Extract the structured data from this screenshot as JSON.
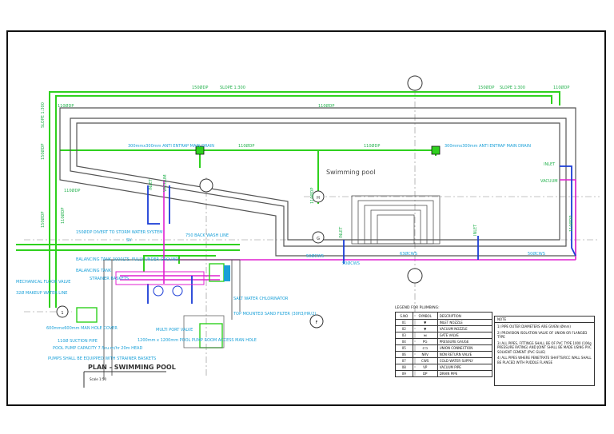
{
  "drawing": {
    "title": "PLAN - SWIMMING POOL",
    "scale": "Scale 1:50",
    "pool_label": "Swimming pool"
  },
  "pipe_labels": {
    "top_pipe_left": "150ØDP",
    "top_slope_left": "SLOPE 1:300",
    "top_pipe_right": "150ØDP",
    "top_slope_right": "SLOPE 1:300",
    "top_right_corner": "110ØDP",
    "top_left_110_a": "110ØDP",
    "top_right_110_b": "110ØDP",
    "left_slope": "SLOPE 1:300",
    "left_150_a": "150ØDP",
    "left_150_b": "150ØDP",
    "left_110": "110ØDP",
    "left_110_b": "110ØDP",
    "drain_mid_left": "110ØDP",
    "drain_mid_right": "110ØDP",
    "drain_left_label": "300mmx300mm ANTI ENTRAP MAIN DRAIN",
    "drain_right_label": "300mmx300mm ANTI ENTRAP MAIN DRAIN",
    "center_vertical": "110ØDP",
    "inlet_a": "INLET",
    "inlet_b": "VACUUM",
    "inlet_c": "INLET",
    "inlet_d": "INLET",
    "right_inlet": "INLET",
    "right_vacuum": "VACUUM",
    "right_110": "110ØDP",
    "bottom_50_a": "50ØCWS",
    "bottom_50_b": "50ØCWS",
    "bottom_63": "63ØCWS",
    "bottom_50_c": "50ØCWS"
  },
  "callouts": {
    "divert": "150ØDP\nDIVERT TO STORM\nWATER SYSTEM",
    "backwash": "750 BACK WASH LINE",
    "balancing": "BALANCING TANK 3000LTS. FULLY UNDER GROUND",
    "balancing_tag": "BALANCING TANK",
    "strainer": "STRAINER BASKETS",
    "mech_floor": "MECHANICAL FLOOR VALVE",
    "makeup": "32Ø MAKEUP WATER LINE",
    "manhole": "600mmx600mm MAN HOLE COVER",
    "suction": "110Ø SUCTION PIPE",
    "pump_capacity": "POOL PUMP CAPACITY 7.5cu.m/hr 20m HEAD",
    "pump_strainer": "PUMPS SHALL BE EQUIPPED WITH STRAINER BASKETS",
    "multiport": "MULTI PORT VALVE",
    "pump_room": "1200mm x 1200mm POOL PUMP ROOM ACCESS MAN HOLE",
    "salt": "SALT WATER CHLORINATOR",
    "sand_filter": "TOP MOUNTED SAND FILTER (30ft3/HR/2)",
    "sv": "SV"
  },
  "legend": {
    "title": "LEGEND FOR PLUMBING:",
    "headers": [
      "S.NO",
      "SYMBOL",
      "DESCRIPTION"
    ],
    "rows": [
      {
        "no": "01",
        "sym": "▼",
        "desc": "INLET NOZZLE"
      },
      {
        "no": "02",
        "sym": "▼",
        "desc": "VACUUM NOZZLE"
      },
      {
        "no": "03",
        "sym": "⋈",
        "desc": "GATE VALVE"
      },
      {
        "no": "04",
        "sym": "PG",
        "desc": "PRESSURE GAUGE"
      },
      {
        "no": "05",
        "sym": "⊏⊐",
        "desc": "UNION CONNECTION"
      },
      {
        "no": "06",
        "sym": "NRV",
        "desc": "NON RETURN VALVE"
      },
      {
        "no": "07",
        "sym": "CWS",
        "desc": "COLD WATER SUPPLY"
      },
      {
        "no": "08",
        "sym": "VP",
        "desc": "VACUUM PIPE"
      },
      {
        "no": "09",
        "sym": "DP",
        "desc": "DRAIN PIPE"
      }
    ]
  },
  "notes": {
    "title": "NOTE",
    "items": [
      "1) PIPE OUTER DIAMETERS ARE GIVEN (Ømm)",
      "2) PROVISION ISOLATION VALVE OF UNION OR FLANGED TYPE",
      "3) ALL PIPES, FITTINGS SHALL BE OF PVC TYPE 1000 (10Kg PRESSURE RATING) AND JOINT SHALL BE MADE USING PVC SOLVENT CEMENT (PVC GLUE)",
      "4) ALL PIPES WHERE PENETRATE SHAFTS/RCC WALL SHALL BE PLACED WITH PUDDLE FLANGE"
    ]
  },
  "grid_bubbles": {
    "top": "1",
    "h": "H",
    "g": "G",
    "f": "F"
  }
}
